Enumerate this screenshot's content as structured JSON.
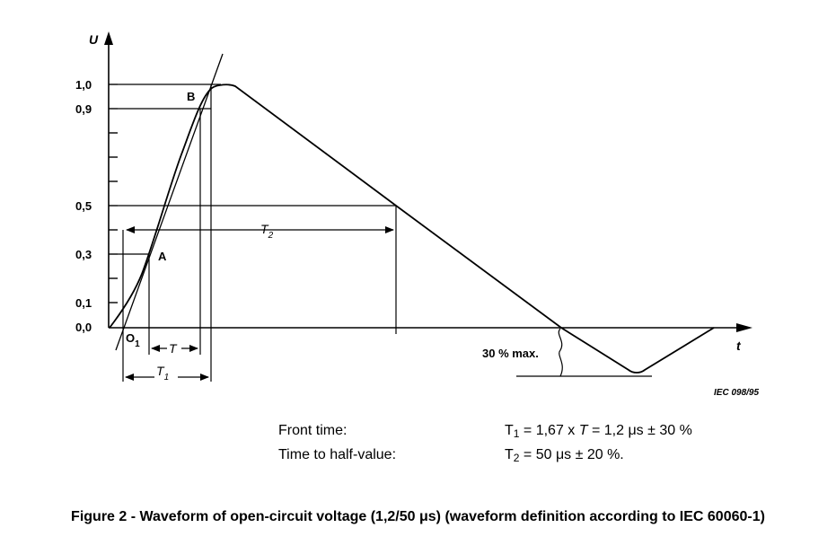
{
  "axes": {
    "y_label": "U",
    "x_label": "t",
    "y_ticks": [
      "1,0",
      "0,9",
      "0,5",
      "0,3",
      "0,1",
      "0,0"
    ]
  },
  "points": {
    "a": "A",
    "b": "B",
    "o1_main": "O",
    "o1_sub": "1"
  },
  "intervals": {
    "t": "T",
    "t1_main": "T",
    "t1_sub": "1",
    "t2_main": "T",
    "t2_sub": "2"
  },
  "undershoot_note": "30 % max.",
  "iec_ref": "IEC 098/95",
  "definitions": [
    {
      "name": "Front time:",
      "sym": "T",
      "sub": "1",
      "rest": " = 1,67 x ",
      "italic": "T",
      "tail": " = 1,2 μs ± 30 %"
    },
    {
      "name": "Time to half-value:",
      "sym": "T",
      "sub": "2",
      "rest": " = 50 μs ± 20 %.",
      "italic": "",
      "tail": ""
    }
  ],
  "caption": "Figure 2 - Waveform of open-circuit voltage (1,2/50 μs) (waveform definition according to IEC 60060-1)"
}
